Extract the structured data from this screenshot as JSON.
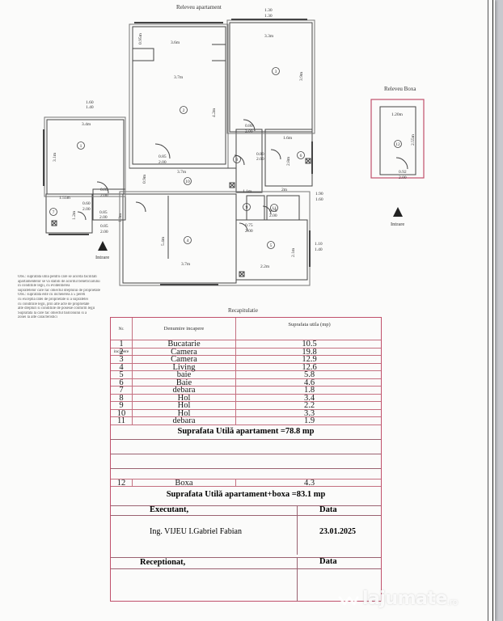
{
  "plan": {
    "title": "Releveu apartament",
    "box_title": "Releveu Boxa",
    "entrance_label": "Intrare",
    "box_entrance_label": "Intrare",
    "dimensions": {
      "top_right_a": "1.30",
      "top_right_b": "1.30",
      "top_left_a": "1.60",
      "top_left_b": "1.40",
      "r2_top": "3.6m",
      "r2_mid": "3.7m",
      "r2_side": "4.2m",
      "r2_small": "0.95m",
      "r3_top": "3.3m",
      "r3_side": "3.9m",
      "r1_top": "3.4m",
      "r1_side": "3.1m",
      "d1a": "0.85",
      "d1b": "2.00",
      "d2a": "0.80",
      "d2b": "2.00",
      "d3a": "0.85",
      "d3b": "2.00",
      "d4a": "0.80",
      "d4b": "2.00",
      "d5a": "0.60",
      "d5b": "2.00",
      "d6a": "0.85",
      "d6b": "2.00",
      "d7a": "0.75",
      "d7b": "2.00",
      "d8a": "0.70",
      "d8b": "2.00",
      "d9a": "0.85",
      "d9b": "2.00",
      "hall_w": "3.7m",
      "hall_small": "0.9m",
      "r6_top": "1.6m",
      "r6_side": "2.8m",
      "r5_top": "2m",
      "r5_side": "2.1m",
      "hol_small": "1.1m",
      "r7_top": "1.55m",
      "r7_side": "1.2m",
      "r4_side": "5.4m",
      "r4_bottom": "3.7m",
      "r4_small": "1.3m",
      "r5_bottom": "2.2m",
      "win_a": "1.90",
      "win_b": "1.60",
      "win2_a": "1.10",
      "win2_b": "1.40",
      "box_top": "1.20m",
      "box_side": "2.55m",
      "box_door_a": "0.92",
      "box_door_b": "2.00"
    },
    "room_numbers": [
      "1",
      "2",
      "3",
      "4",
      "5",
      "6",
      "7",
      "8",
      "9",
      "10",
      "11",
      "12"
    ]
  },
  "notes": [
    "Obs.: suprafata utila pentru care se acorda facilitati",
    "apartamentelor se va stabili de acordul beneficiarului",
    "in conditiile legii, cu evidentierea",
    "suprafetelor care fac obiectul dreptului de proprietate",
    "Obs.: suprafata este cu incheierea a 5 pereti",
    "cu exceptia ratei de proprietate si a suprafetei",
    "cu conditiile legii, prin alte acte de proprietate",
    "alte drepturi si conditiile de posesie conform legii",
    "Suprafata la care fac obiectul balconului si a",
    "zonei la alte caracteristici"
  ],
  "recap": {
    "title": "Recapitulatie",
    "headers": {
      "nr": "Nr. incapere",
      "name": "Denumire incapere",
      "area": "Suprafata utila (mp)"
    },
    "rows": [
      {
        "nr": "1",
        "name": "Bucatarie",
        "area": "10.5"
      },
      {
        "nr": "2",
        "name": "Camera",
        "area": "19.8"
      },
      {
        "nr": "3",
        "name": "Camera",
        "area": "12.9"
      },
      {
        "nr": "4",
        "name": "Living",
        "area": "12.6"
      },
      {
        "nr": "5",
        "name": "baie",
        "area": "5.8"
      },
      {
        "nr": "6",
        "name": "Baie",
        "area": "4.6"
      },
      {
        "nr": "7",
        "name": "debara",
        "area": "1.8"
      },
      {
        "nr": "8",
        "name": "Hol",
        "area": "3.4"
      },
      {
        "nr": "9",
        "name": "Hol",
        "area": "2.2"
      },
      {
        "nr": "10",
        "name": "Hol",
        "area": "3.3"
      },
      {
        "nr": "11",
        "name": "debara",
        "area": "1.9"
      }
    ],
    "total_apartment": "Suprafata Utilă apartament =78.8 mp",
    "box_row": {
      "nr": "12",
      "name": "Boxa",
      "area": "4.3"
    },
    "total_with_box": "Suprafata Utilă apartament+boxa =83.1 mp",
    "executant_label": "Executant,",
    "data_label": "Data",
    "executant_name": "Ing. VIJEU I.Gabriel Fabian",
    "executant_date": "23.01.2025",
    "receptionat_label": "Receptionat,",
    "data_label_2": "Data"
  },
  "watermark": {
    "brand": "lajumate",
    "tld": ".ro"
  },
  "colors": {
    "table_border": "#c0506b",
    "box_outline": "#c0506b",
    "background": "#c8c9ce",
    "paper": "#fbfbfa"
  }
}
